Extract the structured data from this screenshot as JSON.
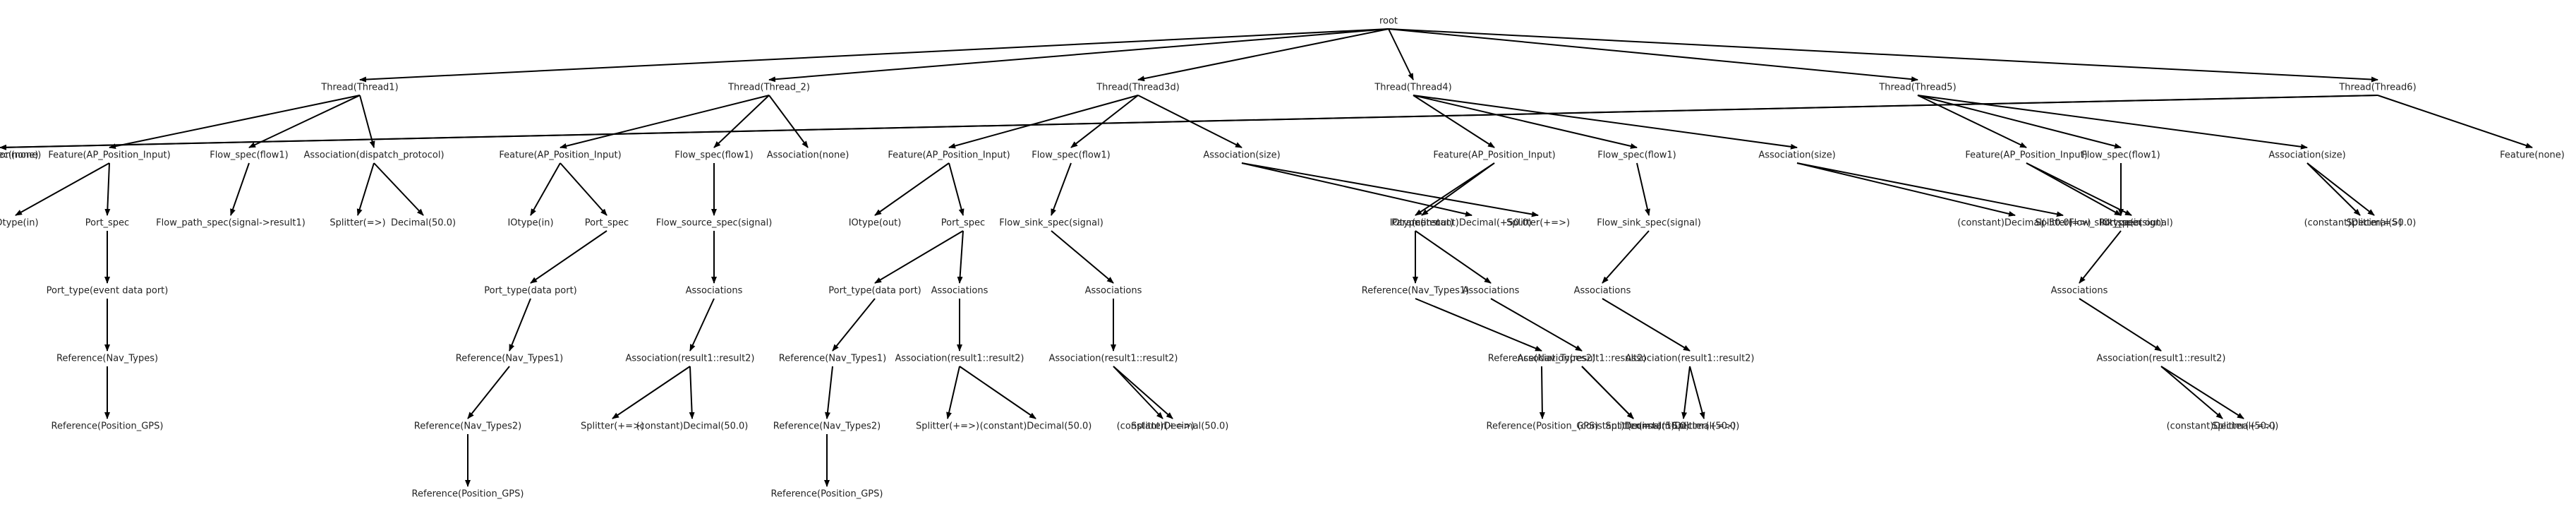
{
  "tree": {
    "label": "root",
    "children": [
      {
        "label": "Thread(Thread1)",
        "children": [
          {
            "label": "Feature(AP_Position_Input)",
            "children": [
              {
                "label": "IOtype(in)"
              },
              {
                "label": "Port_spec",
                "children": [
                  {
                    "label": "Port_type(event data port)",
                    "children": [
                      {
                        "label": "Reference(Nav_Types)",
                        "children": [
                          {
                            "label": "Reference(Position_GPS)"
                          }
                        ]
                      }
                    ]
                  }
                ]
              }
            ]
          },
          {
            "label": "Flow_spec(flow1)",
            "children": [
              {
                "label": "Flow_path_spec(signal->result1)"
              }
            ]
          },
          {
            "label": "Association(dispatch_protocol)",
            "children": [
              {
                "label": "Splitter(=>)"
              },
              {
                "label": "Decimal(50.0)"
              }
            ]
          }
        ]
      },
      {
        "label": "Thread(Thread_2)",
        "children": [
          {
            "label": "Feature(AP_Position_Input)",
            "children": [
              {
                "label": "IOtype(in)"
              },
              {
                "label": "Port_spec",
                "children": [
                  {
                    "label": "Port_type(data port)",
                    "children": [
                      {
                        "label": "Reference(Nav_Types1)",
                        "children": [
                          {
                            "label": "Reference(Nav_Types2)",
                            "children": [
                              {
                                "label": "Reference(Position_GPS)"
                              }
                            ]
                          }
                        ]
                      }
                    ]
                  }
                ]
              }
            ]
          },
          {
            "label": "Flow_spec(flow1)",
            "children": [
              {
                "label": "Flow_source_spec(signal)",
                "children": [
                  {
                    "label": "Associations",
                    "children": [
                      {
                        "label": "Association(result1::result2)",
                        "children": [
                          {
                            "label": "Splitter(+=>)"
                          },
                          {
                            "label": "(constant)Decimal(50.0)"
                          }
                        ]
                      }
                    ]
                  }
                ]
              }
            ]
          },
          {
            "label": "Association(none)"
          }
        ]
      },
      {
        "label": "Thread(Thread3d)",
        "children": [
          {
            "label": "Feature(AP_Position_Input)",
            "children": [
              {
                "label": "IOtype(out)"
              },
              {
                "label": "Port_spec",
                "children": [
                  {
                    "label": "Port_type(data port)",
                    "children": [
                      {
                        "label": "Reference(Nav_Types1)",
                        "children": [
                          {
                            "label": "Reference(Nav_Types2)",
                            "children": [
                              {
                                "label": "Reference(Position_GPS)"
                              }
                            ]
                          }
                        ]
                      }
                    ]
                  },
                  {
                    "label": "Associations",
                    "children": [
                      {
                        "label": "Association(result1::result2)",
                        "children": [
                          {
                            "label": "Splitter(+=>)"
                          },
                          {
                            "label": "(constant)Decimal(50.0)"
                          }
                        ]
                      }
                    ]
                  }
                ]
              }
            ]
          },
          {
            "label": "Flow_spec(flow1)",
            "children": [
              {
                "label": "Flow_sink_spec(signal)",
                "children": [
                  {
                    "label": "Associations",
                    "children": [
                      {
                        "label": "Association(result1::result2)",
                        "children": [
                          {
                            "label": "Splitter(+=>)"
                          },
                          {
                            "label": "(constant)Decimal(50.0)"
                          }
                        ]
                      }
                    ]
                  }
                ]
              }
            ]
          },
          {
            "label": "Association(size)",
            "children": [
              {
                "label": "Splitter(+=>)"
              },
              {
                "label": "(constant)Decimal(+50.0)"
              }
            ]
          }
        ]
      },
      {
        "label": "Thread(Thread4)",
        "children": [
          {
            "label": "Feature(AP_Position_Input)",
            "children": [
              {
                "label": "IOtype(in out)"
              },
              {
                "label": "Parameter",
                "children": [
                  {
                    "label": "Reference(Nav_Types1)",
                    "children": [
                      {
                        "label": "Reference(Nav_Types2)",
                        "children": [
                          {
                            "label": "Reference(Position_GPS)"
                          }
                        ]
                      }
                    ]
                  },
                  {
                    "label": "Associations",
                    "children": [
                      {
                        "label": "Association(result1::result2)",
                        "children": [
                          {
                            "label": "Splitter(=>)"
                          },
                          {
                            "label": "(constant)Decimal(50.0)"
                          }
                        ]
                      }
                    ]
                  }
                ]
              }
            ]
          },
          {
            "label": "Flow_spec(flow1)",
            "children": [
              {
                "label": "Flow_sink_spec(signal)",
                "children": [
                  {
                    "label": "Associations",
                    "children": [
                      {
                        "label": "Association(result1::result2)",
                        "children": [
                          {
                            "label": "Splitter(+=>)"
                          },
                          {
                            "label": "(constant)Decimal(50.0)"
                          }
                        ]
                      }
                    ]
                  }
                ]
              }
            ]
          },
          {
            "label": "Association(size)",
            "children": [
              {
                "label": "Splitter(=>)"
              },
              {
                "label": "(constant)Decimal(-50.0)"
              }
            ]
          }
        ]
      },
      {
        "label": "Thread(Thread5)",
        "children": [
          {
            "label": "Feature(AP_Position_Input)",
            "children": [
              {
                "label": "IOtype(in out)"
              },
              {
                "label": "Port_spec"
              }
            ]
          },
          {
            "label": "Flow_spec(flow1)",
            "children": [
              {
                "label": "Flow_sink_spec(signal)",
                "children": [
                  {
                    "label": "Associations",
                    "children": [
                      {
                        "label": "Association(result1::result2)",
                        "children": [
                          {
                            "label": "Splitter(+=>)"
                          },
                          {
                            "label": "(constant)Decimal(50.0)"
                          }
                        ]
                      }
                    ]
                  }
                ]
              }
            ]
          },
          {
            "label": "Association(size)",
            "children": [
              {
                "label": "Splitter(=>)"
              },
              {
                "label": "(constant)Decimal(50.0)"
              }
            ]
          }
        ]
      },
      {
        "label": "Thread(Thread6)",
        "children": [
          {
            "label": "Feature(none)"
          },
          {
            "label": "Flow_spec(none)"
          },
          {
            "label": "Association(none)"
          }
        ]
      }
    ]
  }
}
